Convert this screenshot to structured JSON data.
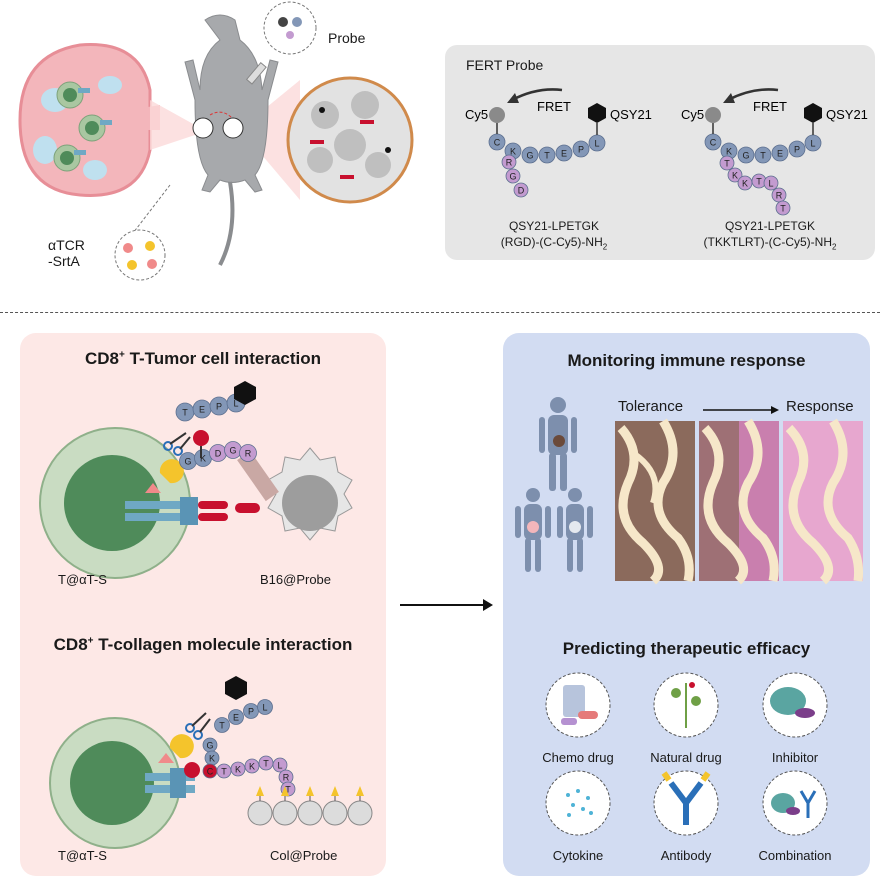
{
  "top": {
    "mouse_probe_label": "Probe",
    "atcr_label_1": "αTCR",
    "atcr_label_2": "-SrtA",
    "fert_panel": {
      "title": "FERT Probe",
      "left": {
        "cy5": "Cy5",
        "fret": "FRET",
        "qsy21": "QSY21",
        "backbone": [
          "C",
          "K",
          "G",
          "T",
          "E",
          "P",
          "L"
        ],
        "tail": [
          "R",
          "G",
          "D"
        ],
        "caption_1": "QSY21-LPETGK",
        "caption_2_pre": "(RGD)-(C-Cy5)-NH",
        "caption_2_sub": "2"
      },
      "right": {
        "cy5": "Cy5",
        "fret": "FRET",
        "qsy21": "QSY21",
        "backbone": [
          "C",
          "K",
          "G",
          "T",
          "E",
          "P",
          "L"
        ],
        "tail": [
          "T",
          "K",
          "K",
          "T",
          "L",
          "R",
          "T"
        ],
        "caption_1": "QSY21-LPETGK",
        "caption_2_pre": "(TKKTLRT)-(C-Cy5)-NH",
        "caption_2_sub": "2"
      }
    }
  },
  "left_panel": {
    "title1_pre": "CD8",
    "title1_sup": "+",
    "title1_post": " T-Tumor cell interaction",
    "peptide1_top": [
      "T",
      "E",
      "P",
      "L"
    ],
    "peptide1_bottom": [
      "G",
      "K",
      "D",
      "G",
      "R"
    ],
    "label_t_cell_1": "T@αT-S",
    "label_b16": "B16@Probe",
    "title2_pre": "CD8",
    "title2_sup": "+",
    "title2_post": " T-collagen molecule interaction",
    "peptide2_top": [
      "T",
      "E",
      "P",
      "L"
    ],
    "peptide2_bottom": [
      "G",
      "K",
      "C",
      "T",
      "K",
      "K",
      "T",
      "L",
      "R",
      "T"
    ],
    "label_t_cell_2": "T@αT-S",
    "label_col": "Col@Probe"
  },
  "right_panel": {
    "title1": "Monitoring immune response",
    "tolerance": "Tolerance",
    "response": "Response",
    "title2": "Predicting therapeutic efficacy",
    "drugs": [
      {
        "label": "Chemo drug"
      },
      {
        "label": "Natural drug"
      },
      {
        "label": "Inhibitor"
      },
      {
        "label": "Cytokine"
      },
      {
        "label": "Antibody"
      },
      {
        "label": "Combination"
      }
    ]
  },
  "colors": {
    "peptide_blue": "#8397b7",
    "peptide_purple": "#c39bd0",
    "pink_panel": "#fde8e6",
    "blue_panel": "#d2dcf2",
    "gray_panel": "#e6e6e6",
    "tcell_green": "#a9c7a1",
    "receptor_blue": "#6fa8c4",
    "red": "#c8102e"
  }
}
